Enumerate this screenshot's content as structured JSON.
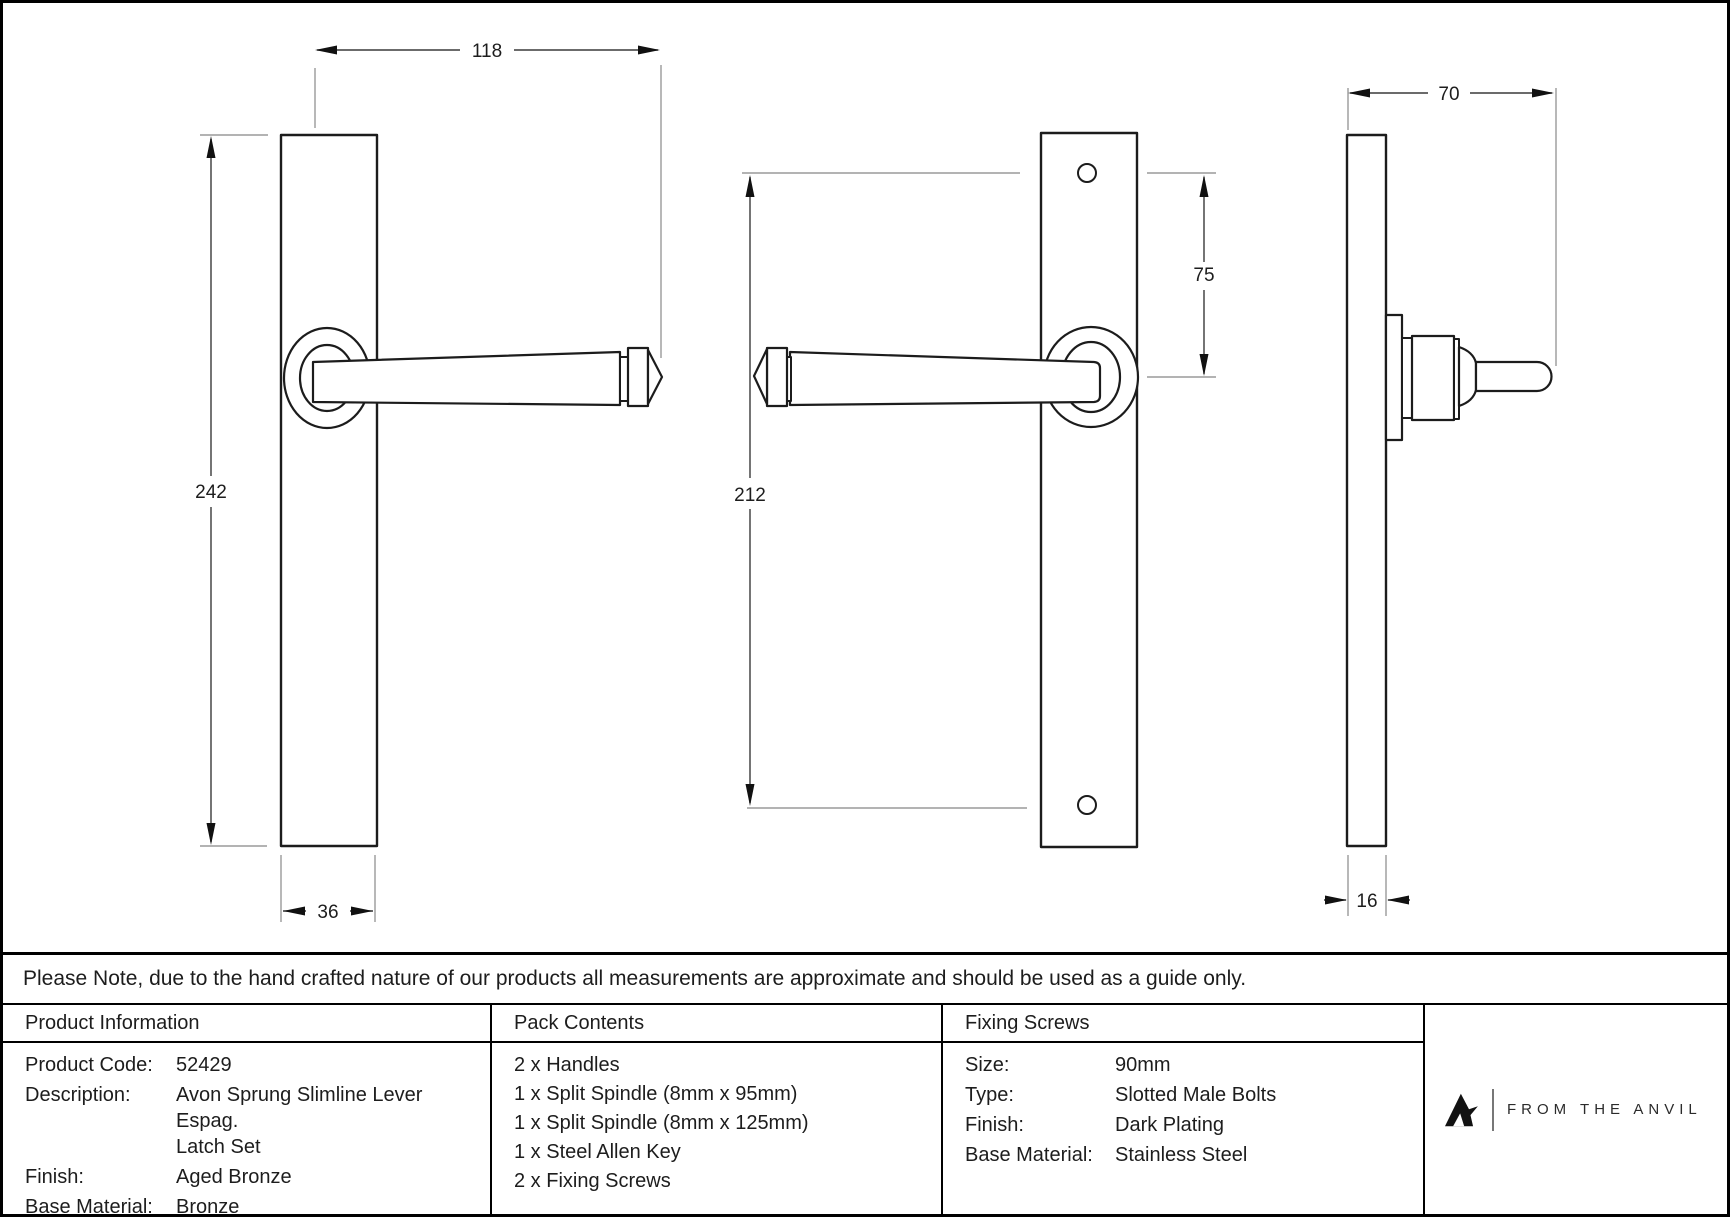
{
  "dims": {
    "front_lever_length": "118",
    "front_plate_height": "242",
    "front_plate_width": "36",
    "mid_hole_spacing": "212",
    "mid_handle_offset": "75",
    "side_projection": "70",
    "side_thickness": "16"
  },
  "note": {
    "text": "Please Note, due to the hand crafted nature of our products all measurements are approximate and should be used as a guide only."
  },
  "table": {
    "product_information": {
      "header": "Product Information",
      "rows": [
        {
          "label": "Product Code:",
          "value": "52429"
        },
        {
          "label": "Description:",
          "value": "Avon Sprung Slimline Lever Espag.",
          "value2": "Latch Set"
        },
        {
          "label": "Finish:",
          "value": "Aged Bronze"
        },
        {
          "label": "Base Material:",
          "value": "Bronze"
        }
      ]
    },
    "pack_contents": {
      "header": "Pack Contents",
      "items": [
        "2 x Handles",
        "1 x Split Spindle (8mm x 95mm)",
        "1 x Split Spindle (8mm x 125mm)",
        "1 x Steel Allen Key",
        "2 x Fixing Screws"
      ]
    },
    "fixing_screws": {
      "header": "Fixing Screws",
      "rows": [
        {
          "label": "Size:",
          "value": "90mm"
        },
        {
          "label": "Type:",
          "value": "Slotted Male Bolts"
        },
        {
          "label": "Finish:",
          "value": "Dark Plating"
        },
        {
          "label": "Base Material:",
          "value": "Stainless Steel"
        }
      ]
    },
    "brand": {
      "name": "FROM THE ANVIL"
    }
  }
}
